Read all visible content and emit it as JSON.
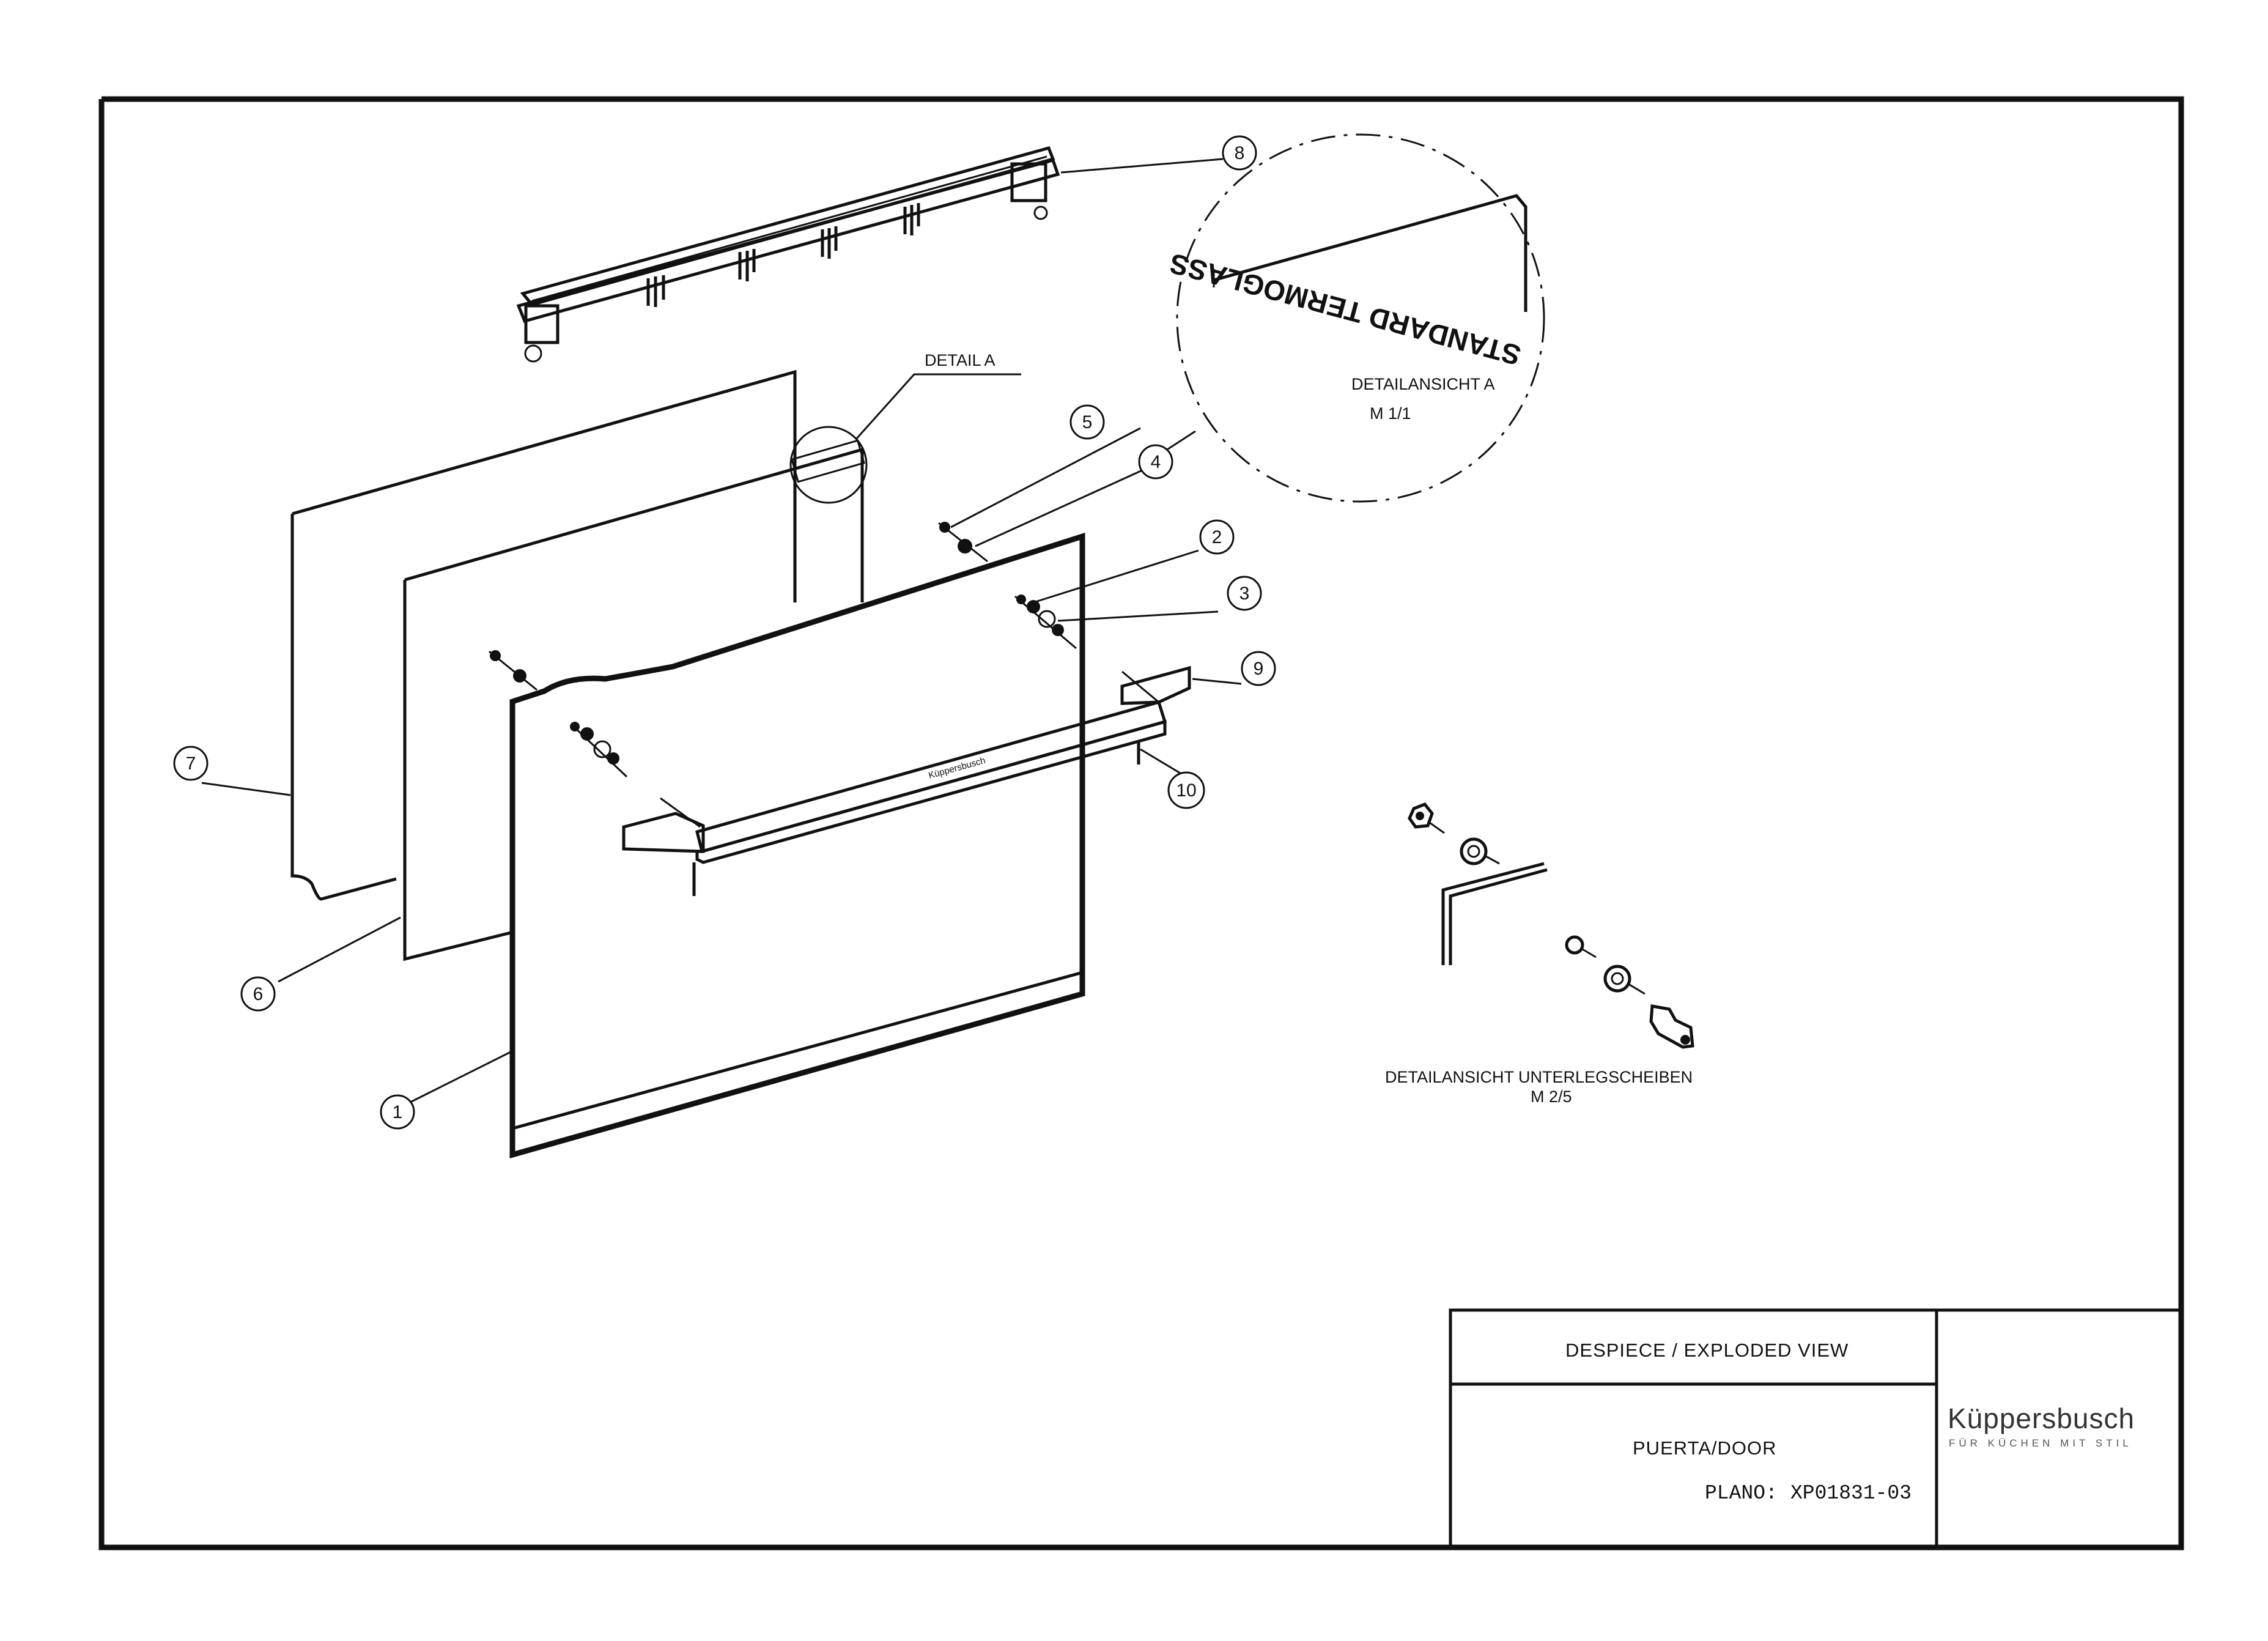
{
  "drawing": {
    "balloons": [
      "1",
      "2",
      "3",
      "4",
      "5",
      "6",
      "7",
      "8",
      "9",
      "10"
    ],
    "detail_a_label": "DETAIL A",
    "detail_view": {
      "stamp_text": "STANDARD TERMOGLASS",
      "title": "DETAILANSICHT A",
      "scale": "M 1/1"
    },
    "washer_detail": {
      "title": "DETAILANSICHT UNTERLEGSCHEIBEN",
      "scale": "M 2/5"
    },
    "handle_brand": "Küppersbusch"
  },
  "title_block": {
    "view_title": "DESPIECE / EXPLODED VIEW",
    "part_name": "PUERTA/DOOR",
    "plano_label": "PLANO:",
    "plano_number": "XP01831-03"
  },
  "logo": {
    "brand": "Küppersbusch",
    "tagline": "FÜR KÜCHEN MIT STIL"
  },
  "colors": {
    "ink": "#111111",
    "paper": "#ffffff"
  }
}
